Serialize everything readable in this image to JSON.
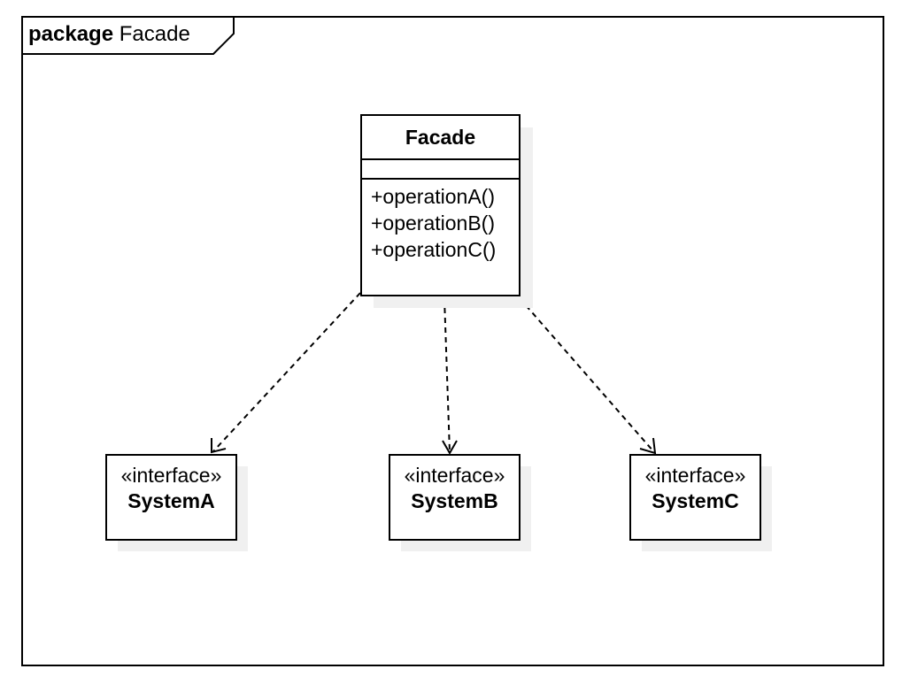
{
  "package": {
    "keyword": "package",
    "name": "Facade"
  },
  "facade_class": {
    "name": "Facade",
    "operations": [
      "+operationA()",
      "+operationB()",
      "+operationC()"
    ]
  },
  "interfaces": [
    {
      "stereotype": "«interface»",
      "name": "SystemA"
    },
    {
      "stereotype": "«interface»",
      "name": "SystemB"
    },
    {
      "stereotype": "«interface»",
      "name": "SystemC"
    }
  ]
}
